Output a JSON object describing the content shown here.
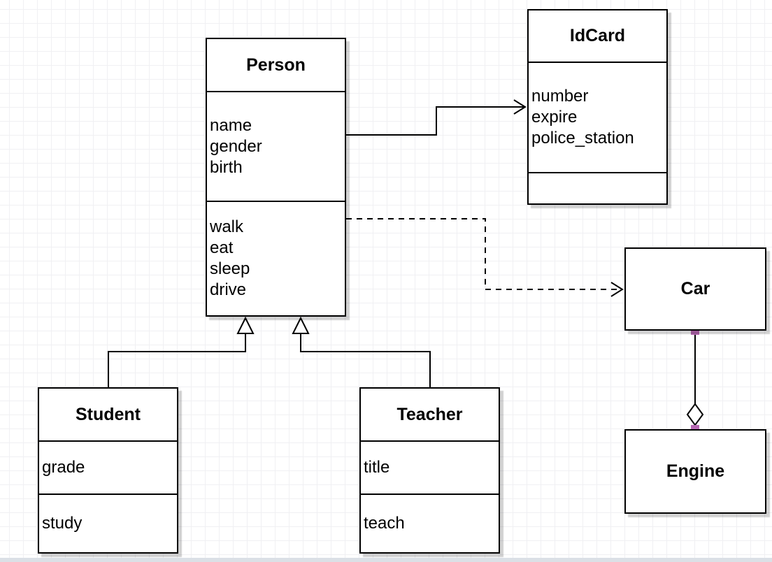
{
  "diagram": {
    "background_color": "#ffffff",
    "grid_color": "#f0f0f3",
    "stroke_color": "#000000",
    "shape_fill_color": "#ffffff",
    "shadow_color": "rgba(0,0,0,0.18)",
    "connection_marker_color": "#b768b3"
  },
  "classes": {
    "person": {
      "title": "Person",
      "attributes": [
        "name",
        "gender",
        "birth"
      ],
      "methods": [
        "walk",
        "eat",
        "sleep",
        "drive"
      ]
    },
    "idcard": {
      "title": "IdCard",
      "attributes": [
        "number",
        "expire",
        "police_station"
      ],
      "methods": []
    },
    "car": {
      "title": "Car"
    },
    "engine": {
      "title": "Engine"
    },
    "student": {
      "title": "Student",
      "attributes": [
        "grade"
      ],
      "methods": [
        "study"
      ]
    },
    "teacher": {
      "title": "Teacher",
      "attributes": [
        "title"
      ],
      "methods": [
        "teach"
      ]
    }
  },
  "relationships": [
    {
      "from": "Person",
      "to": "IdCard",
      "type": "association",
      "line": "solid",
      "arrow": "open-arrow"
    },
    {
      "from": "Person",
      "to": "Car",
      "type": "dependency",
      "line": "dashed",
      "arrow": "open-arrow"
    },
    {
      "from": "Student",
      "to": "Person",
      "type": "generalization",
      "line": "solid",
      "arrow": "hollow-triangle"
    },
    {
      "from": "Teacher",
      "to": "Person",
      "type": "generalization",
      "line": "solid",
      "arrow": "hollow-triangle"
    },
    {
      "from": "Car",
      "to": "Engine",
      "type": "aggregation",
      "line": "solid",
      "arrow": "hollow-diamond"
    }
  ]
}
